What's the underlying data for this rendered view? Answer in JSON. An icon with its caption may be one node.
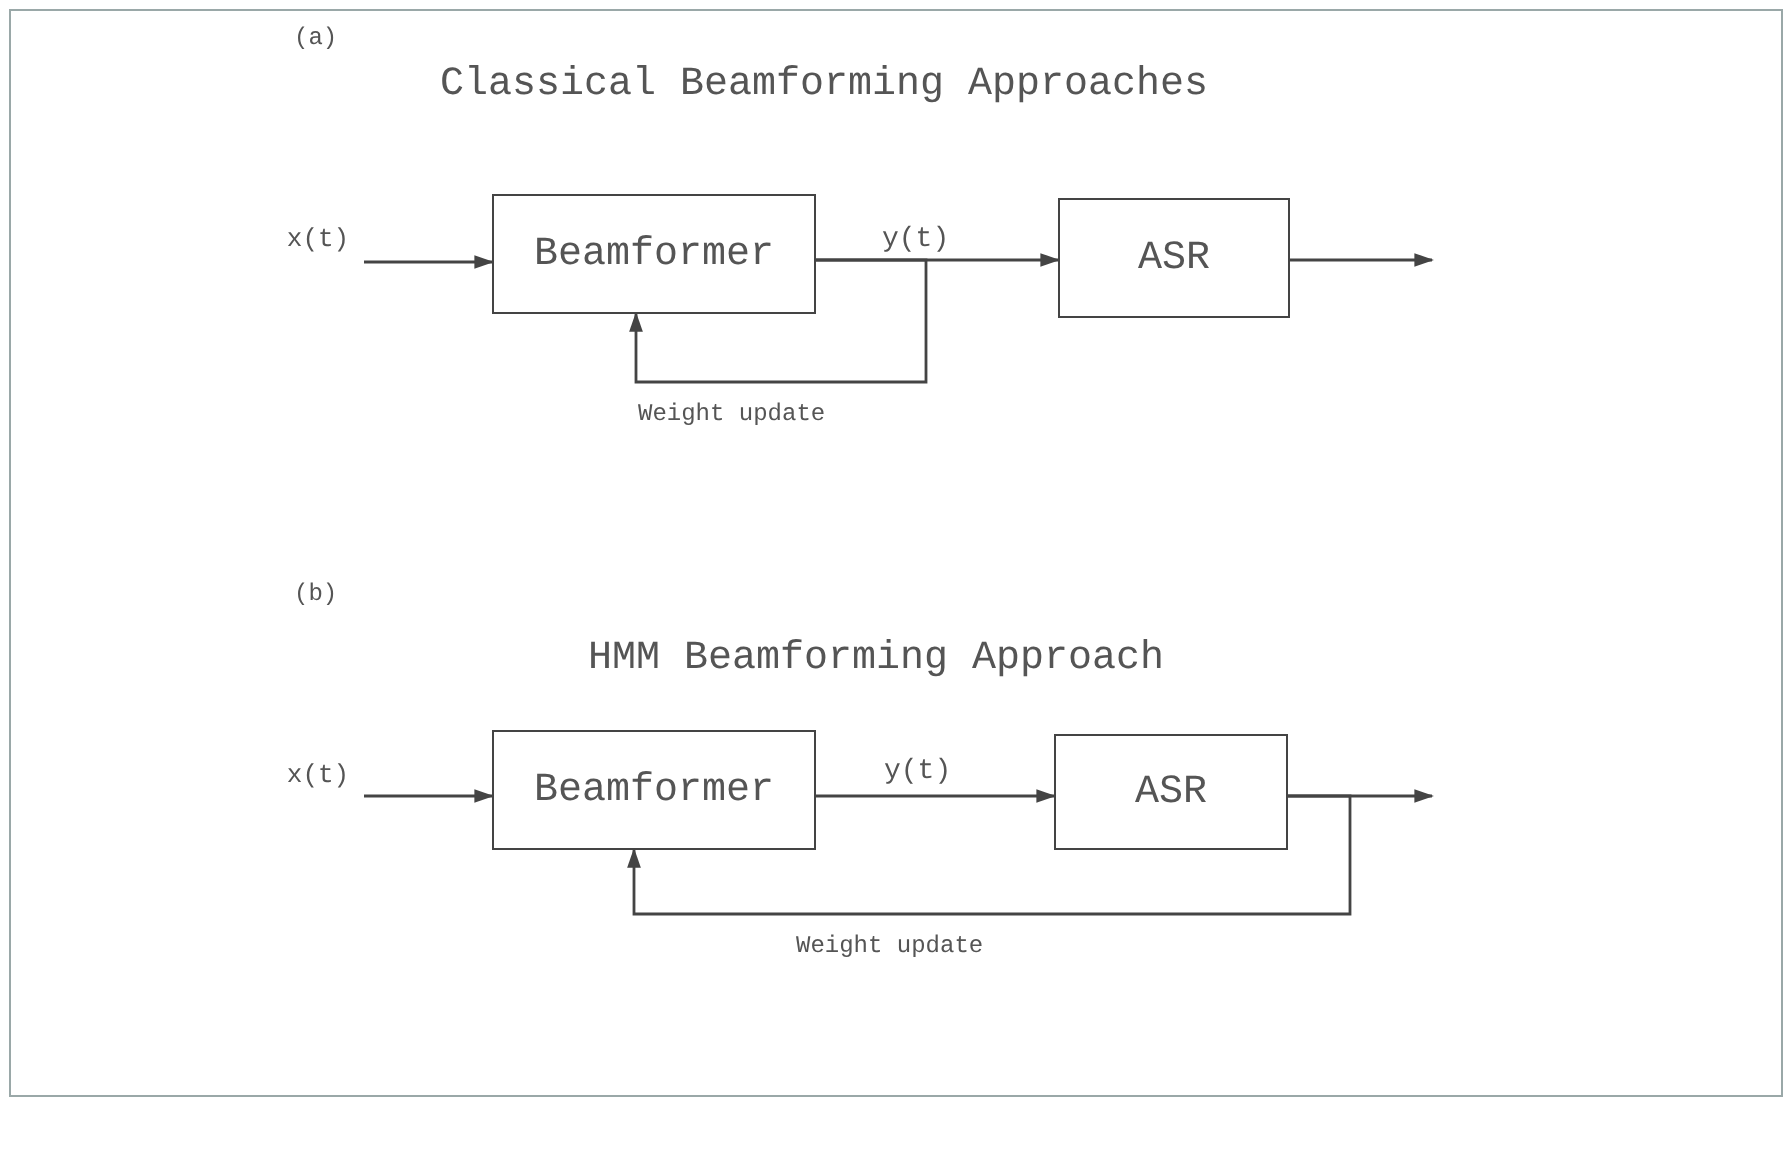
{
  "diagram": {
    "nodes": [
      {
        "text": [
          "x(t)"
        ]
      },
      {
        "text": [
          "Beamformer"
        ]
      },
      {
        "text": [
          "ASR"
        ]
      },
      {
        "text": [
          "x(t)"
        ]
      },
      {
        "text": [
          "Beamformer"
        ]
      },
      {
        "text": [
          "ASR"
        ]
      }
    ],
    "edges": [
      {
        "from": 0,
        "to": 1,
        "arrow": "to"
      },
      {
        "from": 1,
        "to": 2,
        "arrow": "to",
        "label": "y(t)"
      },
      {
        "from": 2,
        "to": null,
        "arrow": "to"
      },
      {
        "from": 1,
        "to": 1,
        "arrow": "to",
        "label": "Weight update"
      },
      {
        "from": 3,
        "to": 4,
        "arrow": "to"
      },
      {
        "from": 4,
        "to": 5,
        "arrow": "to",
        "label": "y(t)"
      },
      {
        "from": 5,
        "to": null,
        "arrow": "to"
      },
      {
        "from": 5,
        "to": 4,
        "arrow": "to",
        "label": "Weight update"
      }
    ],
    "labels": [
      "(a)",
      "Classical Beamforming Approaches",
      "(b)",
      "HMM Beamforming Approach"
    ]
  }
}
